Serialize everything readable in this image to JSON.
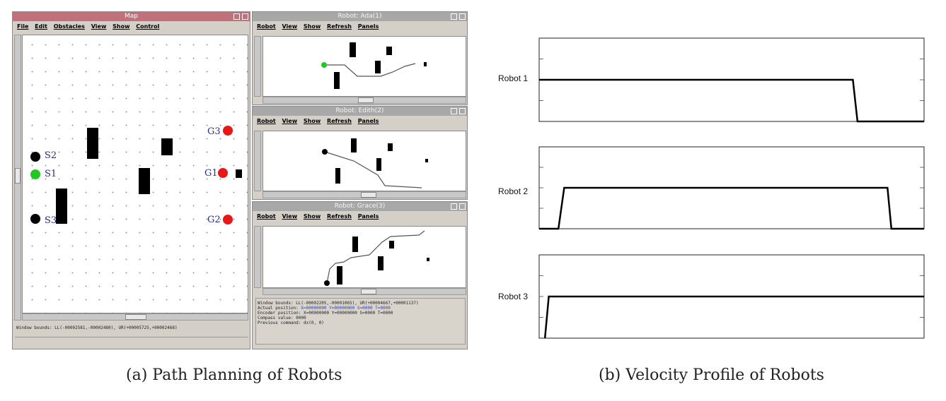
{
  "map_window": {
    "title": "Map",
    "menu": [
      "File",
      "Edit",
      "Obstacles",
      "View",
      "Show",
      "Control"
    ],
    "labels": {
      "s1": "S1",
      "s2": "S2",
      "s3": "S3",
      "g1": "G1",
      "g2": "G2",
      "g3": "G3"
    },
    "status": "Window bounds: LL(-00002581,-00002480), UR(+00005725,+00002468)",
    "colors": {
      "start_active": "#22c722",
      "start": "#000000",
      "goal": "#e81818",
      "obstacle": "#000000"
    }
  },
  "robot_windows": [
    {
      "title": "Robot: Ada(1)",
      "menu": [
        "Robot",
        "View",
        "Show",
        "Refresh",
        "Panels"
      ]
    },
    {
      "title": "Robot: Edith(2)",
      "menu": [
        "Robot",
        "View",
        "Show",
        "Refresh",
        "Panels"
      ]
    },
    {
      "title": "Robot: Grace(3)",
      "menu": [
        "Robot",
        "View",
        "Show",
        "Refresh",
        "Panels"
      ],
      "info": {
        "line1": "Window bounds: LL(-00002205,-00001065), UR(+00004667,+00001137)",
        "line2_label": "Actual  position:",
        "line2_value": "X=00000000 Y=00000000 S=0000 T=0000",
        "line3_label": "Encoder position:",
        "line3_value": "X=00000000 Y=00000000 S=0000 T=0000",
        "line4": "Compass value: 0000",
        "line5": "Previous command: dx(0, 0)"
      }
    }
  ],
  "captions": {
    "a": "(a) Path Planning of Robots",
    "b": "(b) Velocity Profile of Robots"
  },
  "chart_data": [
    {
      "type": "line",
      "title": "",
      "ylabel": "Robot 1",
      "xlabel": "",
      "series": [
        {
          "x": [
            0,
            0.815,
            0.827,
            1
          ],
          "values": [
            1,
            1,
            0,
            0
          ]
        }
      ],
      "ylim": [
        0,
        1
      ],
      "xlim": [
        0,
        1
      ]
    },
    {
      "type": "line",
      "title": "",
      "ylabel": "Robot 2",
      "xlabel": "",
      "series": [
        {
          "x": [
            0,
            0.05,
            0.065,
            0.905,
            0.915,
            1
          ],
          "values": [
            0,
            0,
            1,
            1,
            0,
            0
          ]
        }
      ],
      "ylim": [
        0,
        1
      ],
      "xlim": [
        0,
        1
      ]
    },
    {
      "type": "line",
      "title": "",
      "ylabel": "Robot 3",
      "xlabel": "",
      "series": [
        {
          "x": [
            0.015,
            0.025,
            1
          ],
          "values": [
            0,
            1,
            1
          ]
        }
      ],
      "ylim": [
        0,
        1
      ],
      "xlim": [
        0,
        1
      ]
    }
  ]
}
